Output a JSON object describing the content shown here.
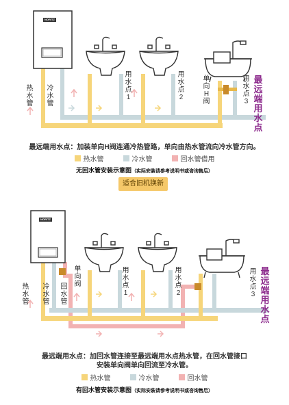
{
  "diagram1": {
    "labels": {
      "hot_pipe": "热水管",
      "cold_pipe": "冷水管",
      "point1": "用水点1",
      "point2": "用水点2",
      "valve": "单向H阀",
      "point3": "用水点3",
      "far_point": "最远端用水点"
    },
    "note": "最远端用水点：加装单向H阀连通冷热管路，单向由热水管流向冷水管方向。",
    "legend": [
      "热水管",
      "冷水管",
      "回水管借用"
    ],
    "caption_main": "无回水管安装示意图",
    "caption_sub": "（实际安装请参考说明书或咨询售后）"
  },
  "switch_button": "适合旧机换新",
  "diagram2": {
    "labels": {
      "hot_pipe": "热水管",
      "cold_pipe": "冷水管",
      "return_pipe": "回水管",
      "valve": "单向阀",
      "point1": "用水点1",
      "point2": "用水点2",
      "point3": "用水点3",
      "far_point": "最远端用水点"
    },
    "note_line1": "最远端用水点：加回水管连接至最远端用水点热水管，在回水管接口",
    "note_line2": "安装单向阀单向回流至冷水管。",
    "legend": [
      "热水管",
      "冷水管",
      "回水管"
    ],
    "caption_main": "有回水管安装示意图",
    "caption_sub": "（实际安装请参考说明书或咨询售后）"
  },
  "heater_logo": "NORITZ",
  "colors": {
    "hot": "#f6d57a",
    "cold": "#c8d8dc",
    "return": "#f2b2b2",
    "accent": "#8c2a8c",
    "button": "#f5c869"
  }
}
